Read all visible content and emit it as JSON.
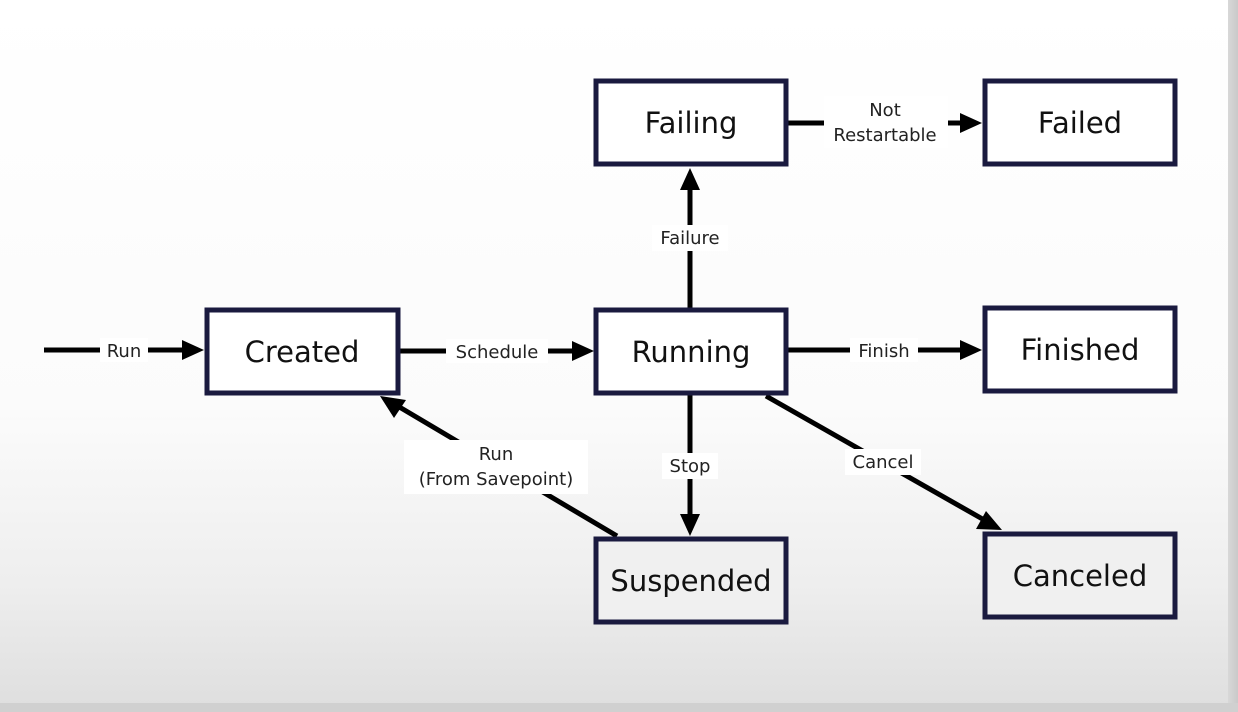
{
  "diagram": {
    "nodes": {
      "failing": "Failing",
      "failed": "Failed",
      "created": "Created",
      "running": "Running",
      "finished": "Finished",
      "suspended": "Suspended",
      "canceled": "Canceled"
    },
    "edges": {
      "run_start": "Run",
      "schedule": "Schedule",
      "failure": "Failure",
      "not_restartable_1": "Not",
      "not_restartable_2": "Restartable",
      "finish": "Finish",
      "stop": "Stop",
      "cancel": "Cancel",
      "run_savepoint_1": "Run",
      "run_savepoint_2": "(From Savepoint)"
    }
  },
  "colors": {
    "node_border": "#1a1a3f",
    "arrow": "#000000",
    "text": "#111111"
  }
}
